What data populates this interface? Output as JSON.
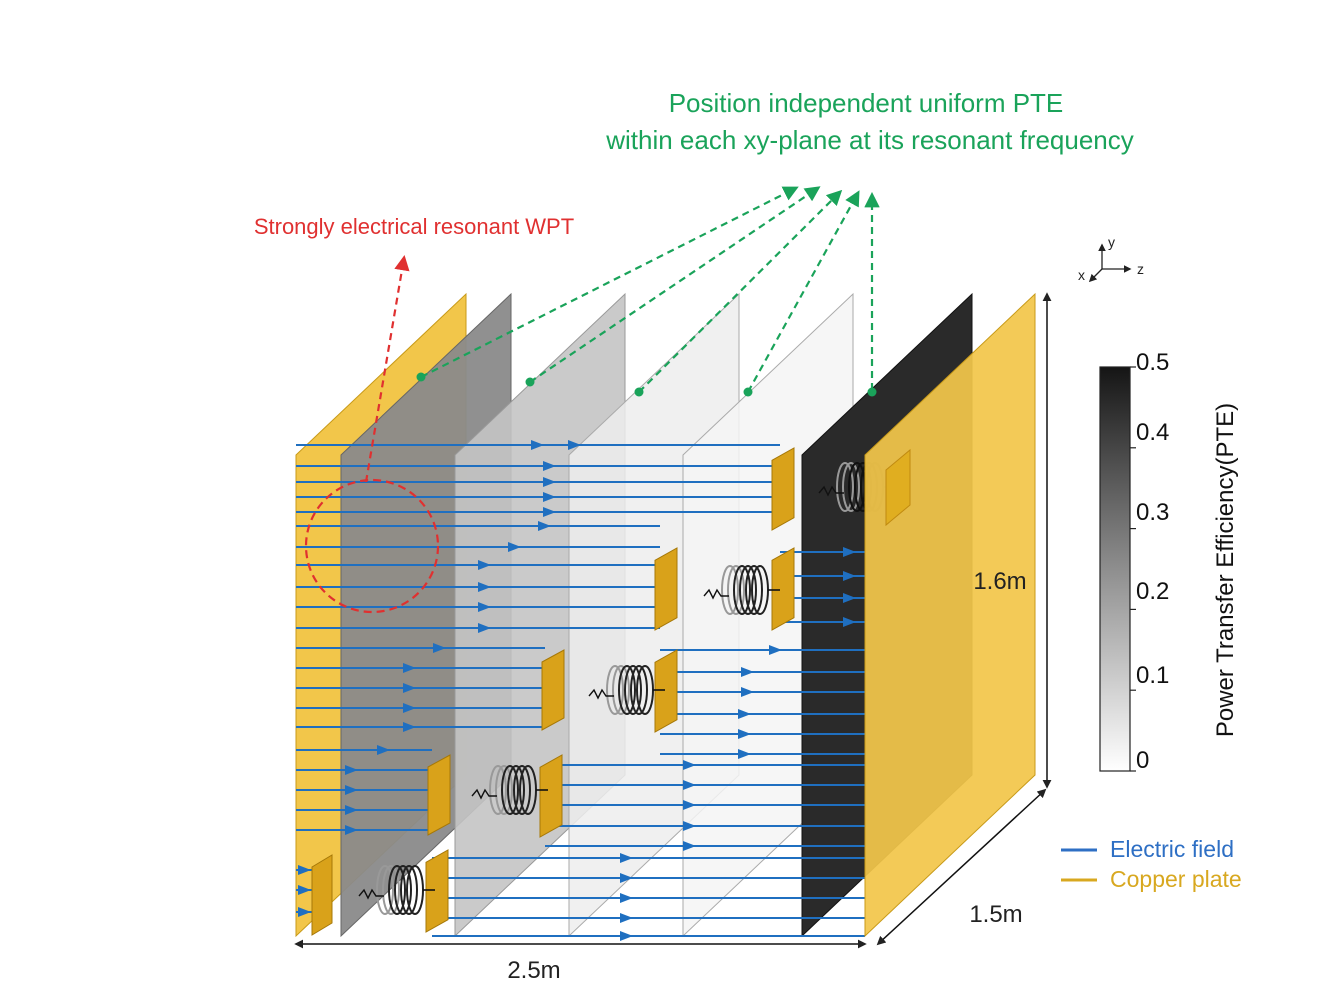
{
  "annotations": {
    "uniform_pte_line1": "Position independent uniform PTE",
    "uniform_pte_line2": "within each xy-plane at its resonant frequency",
    "resonant_wpt": "Strongly electrical resonant WPT"
  },
  "axes_triad": {
    "x": "x",
    "y": "y",
    "z": "z"
  },
  "dimensions": {
    "width": "2.5m",
    "depth": "1.5m",
    "height": "1.6m"
  },
  "colorbar": {
    "label": "Power Transfer Efficiency(PTE)",
    "ticks": [
      "0.5",
      "0.4",
      "0.3",
      "0.2",
      "0.1",
      "0"
    ],
    "range": [
      0,
      0.5
    ]
  },
  "legend": {
    "electric_field": "Electric field",
    "copper_plate": "Copper plate"
  },
  "colors": {
    "annotation_green": "#1aa35a",
    "annotation_red": "#e03030",
    "field_blue": "#1f6fc0",
    "copper": "#f0c03c",
    "copper_dark": "#c8960a",
    "legend_blue": "#2e6fc4",
    "legend_gold": "#d8a820"
  }
}
